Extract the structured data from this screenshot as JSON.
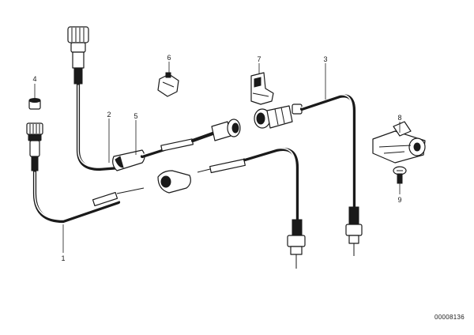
{
  "callouts": {
    "c1": "1",
    "c2": "2",
    "c3": "3",
    "c4": "4",
    "c5": "5",
    "c6": "6",
    "c7": "7",
    "c8": "8",
    "c9": "9"
  },
  "reference_number": "00008136"
}
